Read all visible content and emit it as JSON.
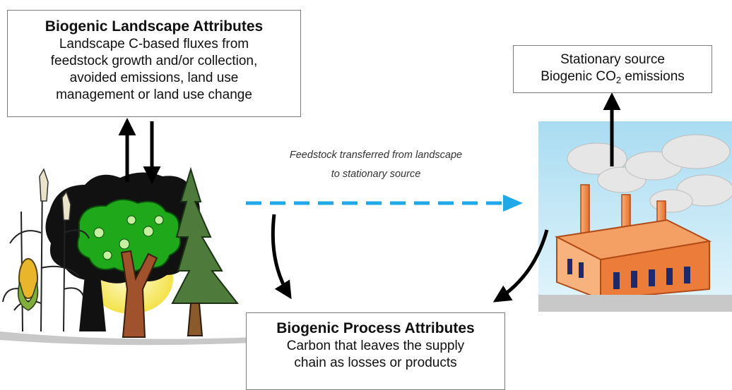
{
  "landscape_box": {
    "title": "Biogenic Landscape Attributes",
    "lines": [
      "Landscape C-based fluxes from",
      "feedstock growth and/or collection,",
      "avoided emissions, land use",
      "management or land use change"
    ]
  },
  "source_box": {
    "line1": "Stationary source",
    "line2_prefix": "Biogenic CO",
    "line2_sub": "2",
    "line2_suffix": " emissions"
  },
  "process_box": {
    "title": "Biogenic Process Attributes",
    "lines": [
      "Carbon that leaves the supply",
      "chain as losses or products"
    ]
  },
  "feedstock_label": {
    "line1": "Feedstock transferred from landscape",
    "line2": "to stationary source"
  },
  "illustrations": {
    "landscape": "forest-and-crops-illustration",
    "factory": "factory-with-smokestacks-illustration"
  },
  "colors": {
    "transfer_arrow": "#1fa8e6",
    "flow_arrows": "#000000",
    "box_border": "#7f7f7f",
    "sky": "#c9ebf7",
    "factory_walls": "#f08a45"
  }
}
